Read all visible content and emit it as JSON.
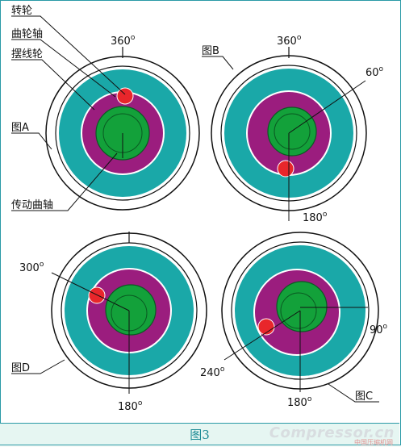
{
  "labels": {
    "zhuanlun": "转轮",
    "qulunzhou": "曲轮轴",
    "baixianlun": "摆线轮",
    "fig_a": "图A",
    "chuandong_quzhou": "传动曲轴",
    "fig_b": "图B",
    "fig_c": "图C",
    "fig_d": "图D"
  },
  "angles": {
    "a_top": "360",
    "b_top": "360",
    "b_60": "60",
    "b_bottom": "180",
    "d_300": "300",
    "d_bottom": "180",
    "c_90": "90",
    "c_240": "240",
    "c_bottom": "180"
  },
  "degree_mark": "o",
  "caption": "图3",
  "watermark": "Compressor.cn",
  "watermark_sub": "中国压缩机网",
  "colors": {
    "teal": "#1aa8a8",
    "magenta": "#9b1d7e",
    "green": "#13a13a",
    "red": "#e8262b",
    "frame": "#2a9aa6"
  }
}
